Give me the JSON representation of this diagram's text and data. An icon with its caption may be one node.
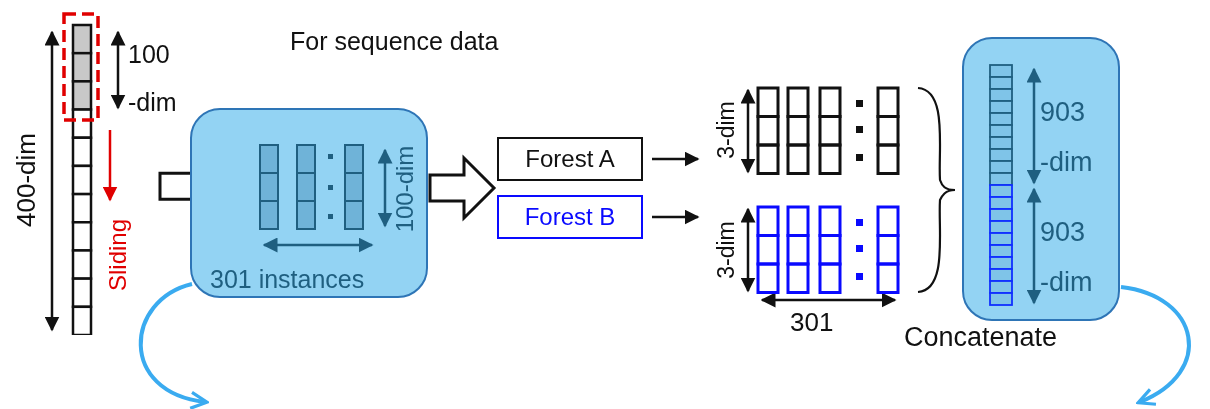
{
  "diagram": {
    "title": "For sequence data",
    "nodes": [
      {
        "text": [],
        "shape": "bar",
        "beside": [
          "400-dim",
          "Sliding"
        ]
      },
      {
        "text": [
          "100-dim",
          "301 instances"
        ]
      },
      {
        "text": [
          "Forest A"
        ]
      },
      {
        "text": [
          "Forest B"
        ]
      },
      {
        "text": [],
        "shape": "grid",
        "beside": [
          "3-dim"
        ]
      },
      {
        "text": [],
        "shape": "grid",
        "beside": [
          "3-dim",
          "301"
        ]
      },
      {
        "text": [
          "903 -dim",
          "903 -dim"
        ],
        "beside": [
          "Concatenate"
        ]
      }
    ],
    "edges": [
      {
        "from": 0,
        "to": 1,
        "arrow": "to"
      },
      {
        "from": 1,
        "to": 2,
        "arrow": "to"
      },
      {
        "from": 1,
        "to": 3,
        "arrow": "to"
      },
      {
        "from": 2,
        "to": 4,
        "arrow": "to"
      },
      {
        "from": 3,
        "to": 5,
        "arrow": "to"
      },
      {
        "from": 1,
        "to": null,
        "arrow": "to",
        "color": "#3aabf0"
      },
      {
        "from": 6,
        "to": null,
        "arrow": "to",
        "color": "#3aabf0"
      }
    ],
    "labels": [
      "100 -dim"
    ]
  }
}
